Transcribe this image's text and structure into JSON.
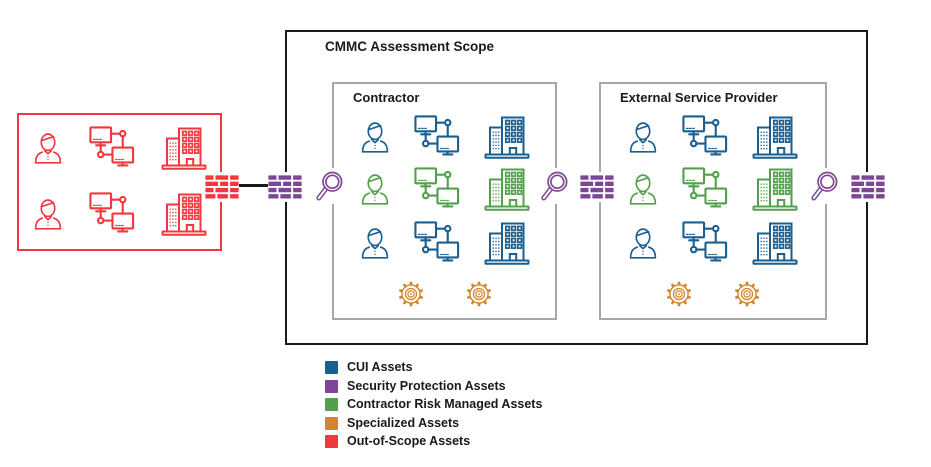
{
  "scope": {
    "title": "CMMC Assessment Scope",
    "contractor": {
      "title": "Contractor"
    },
    "external_service_provider": {
      "title": "External Service Provider"
    }
  },
  "legend": {
    "items": [
      {
        "label": "CUI Assets"
      },
      {
        "label": "Security Protection Assets"
      },
      {
        "label": "Contractor Risk Managed Assets"
      },
      {
        "label": "Specialized Assets"
      },
      {
        "label": "Out-of-Scope Assets"
      }
    ]
  },
  "colors": {
    "cui": "#1A5F90",
    "security_protection": "#7D4796",
    "risk_managed": "#53A04C",
    "specialized": "#D3842C",
    "out_of_scope": "#F0383F",
    "scope_border": "#1A1A1A",
    "inner_border": "#A7A7A7",
    "text": "#1A1A1A"
  },
  "icons": {
    "user-icon": "person bust outline",
    "network-computers-icon": "two monitors linked by network nodes",
    "building-icon": "office buildings with windows",
    "gear-icon": "gear (specialized asset)",
    "firewall-icon": "brick wall boundary firewall",
    "magnifier-icon": "magnifying glass (assessment boundary review)"
  }
}
